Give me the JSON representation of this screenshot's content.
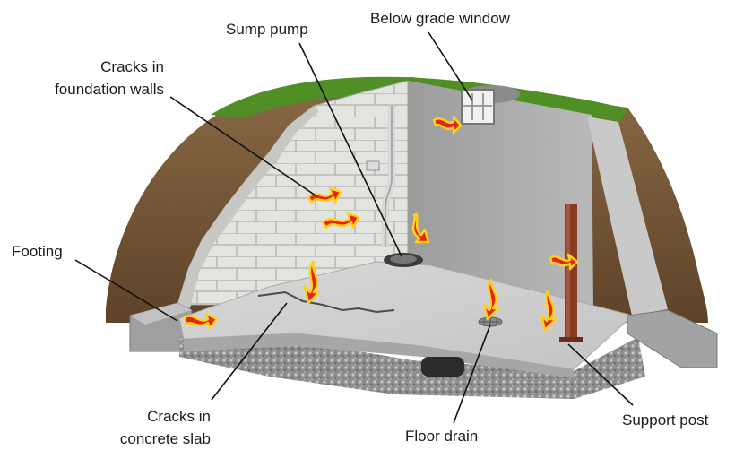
{
  "labels": {
    "sump_pump": "Sump pump",
    "below_grade_window": "Below grade window",
    "cracks_walls_line1": "Cracks in",
    "cracks_walls_line2": "foundation walls",
    "footing": "Footing",
    "cracks_slab_line1": "Cracks in",
    "cracks_slab_line2": "concrete slab",
    "floor_drain": "Floor drain",
    "support_post": "Support post"
  },
  "colors": {
    "grass": "#4f8f25",
    "soil": "#7a5a3a",
    "concrete": "#bdbdbd",
    "block": "#e2e2e0",
    "gravel": "#9a9a9a",
    "post": "#8a3b22",
    "water_arrow": "#e8231b",
    "water_arrow_glow": "#ffd21a",
    "leader": "#111111"
  },
  "icons": [
    "water-seepage-arrow-icon",
    "drain-grate-icon",
    "sump-pit-icon"
  ]
}
